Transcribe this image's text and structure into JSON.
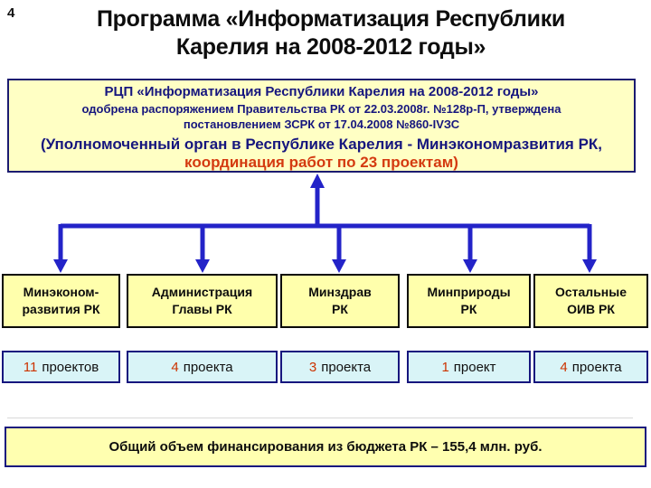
{
  "slide": {
    "page_number": "4",
    "title": "Программа «Информатизация Республики\nКарелия на 2008-2012 годы»"
  },
  "info_box": {
    "heading": "РЦП «Информатизация Республики Карелия на 2008-2012 годы»",
    "approval": "одобрена распоряжением Правительства РК от 22.03.2008г. №128р-П, утверждена\nпостановлением ЗСРК от 17.04.2008 №860-IVЗС",
    "authorized_body": "(Уполномоченный орган в Республике Карелия - Минэкономразвития РК,",
    "coordination": "координация работ по 23 проектам)"
  },
  "org_boxes": [
    {
      "name": "Минэконом-\nразвития РК",
      "projects_count": "11",
      "projects_label": "проектов"
    },
    {
      "name": "Администрация\nГлавы РК",
      "projects_count": "4",
      "projects_label": "проекта"
    },
    {
      "name": "Минздрав\nРК",
      "projects_count": "3",
      "projects_label": "проекта"
    },
    {
      "name": "Минприроды\nРК",
      "projects_count": "1",
      "projects_label": "проект"
    },
    {
      "name": "Остальные\nОИВ РК",
      "projects_count": "4",
      "projects_label": "проекта"
    }
  ],
  "footer_box": {
    "text": "Общий объем финансирования из бюджета РК – 155,4 млн. руб."
  },
  "colors": {
    "arrow_blue": "#2323C8",
    "navy_text": "#16167E",
    "highlight_red": "#CC3300",
    "box_yellow": "#FFFFAC",
    "info_yellow": "#FFFFC4",
    "box_cyan": "#D9F4F7"
  }
}
